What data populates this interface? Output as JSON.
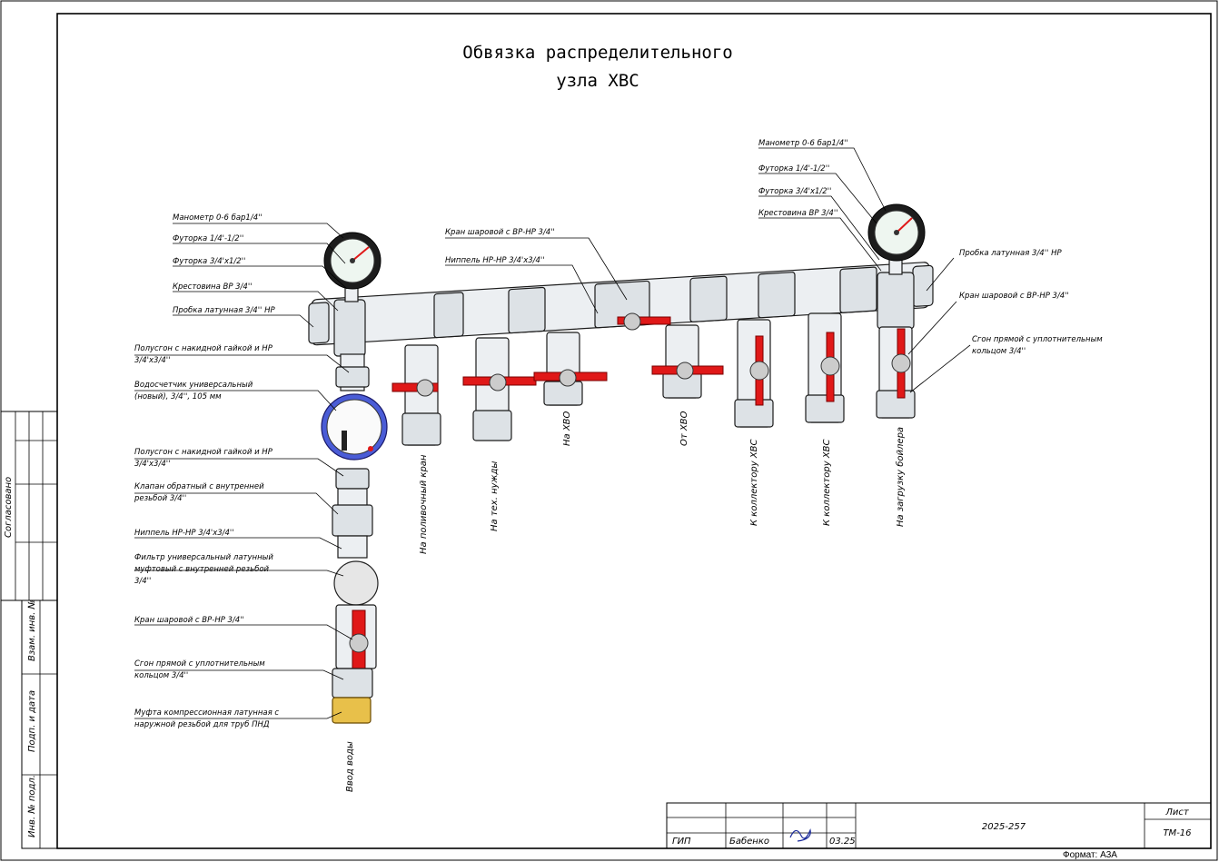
{
  "title": {
    "line1": "Обвязка распределительного",
    "line2": "узла ХВС"
  },
  "left_callouts": [
    "Манометр 0-6 бар1/4''",
    "Футорка 1/4'-1/2''",
    "Футорка 3/4'х1/2''",
    "Крестовина ВР 3/4''",
    "Пробка латунная 3/4'' НР"
  ],
  "riser_callouts": [
    [
      "Полусгон с накидной гайкой и НР",
      "3/4'х3/4''"
    ],
    [
      "Водосчетчик универсальный",
      "(новый), 3/4'', 105 мм"
    ],
    [
      "Полусгон с накидной гайкой и НР",
      "3/4'х3/4''"
    ],
    [
      "Клапан обратный с внутренней",
      "резьбой 3/4''"
    ],
    [
      "Ниппель НР-НР 3/4'х3/4''"
    ],
    [
      " Фильтр универсальный латунный",
      "муфтовый с внутренней резьбой",
      "3/4''"
    ],
    [
      "Кран шаровой с ВР-НР 3/4''"
    ],
    [
      "Сгон прямой с уплотнительным",
      "кольцом 3/4''"
    ],
    [
      "Муфта компрессионная латунная с",
      "наружной резьбой для труб ПНД"
    ]
  ],
  "top_callouts": [
    "Кран шаровой с ВР-НР 3/4''",
    "Ниппель НР-НР 3/4'х3/4''"
  ],
  "right_callouts_left": [
    "Манометр 0-6 бар1/4''",
    "Футорка 1/4'-1/2''",
    "Футорка 3/4'х1/2''",
    "Крестовина ВР 3/4''"
  ],
  "right_callouts_right": [
    [
      "Пробка латунная 3/4'' НР"
    ],
    [
      "Кран шаровой с ВР-НР 3/4''"
    ],
    [
      "Сгон прямой с уплотнительным",
      "кольцом 3/4''"
    ]
  ],
  "outlets": [
    "На поливочный кран",
    "На тех. нужды",
    "На ХВО",
    "От ХВО",
    "К коллектору ХВС",
    "К коллектору ХВС",
    "На загрузку бойлера"
  ],
  "inlet_label": "Ввод воды",
  "side_stamp": [
    "Согласовано",
    "Взам. инв. №",
    "Подп. и дата",
    "Инв. № подл."
  ],
  "title_block": {
    "role": "ГИП",
    "name": "Бабенко",
    "date": "03.25",
    "code": "2025-257",
    "sheet_label": "Лист",
    "sheet": "ТМ-16",
    "format": "Формат: А3А"
  },
  "colors": {
    "handle": "#e01818",
    "pipe": "#eceff2",
    "brass": "#e8c04a",
    "meter_ring": "#4a5cd6"
  }
}
